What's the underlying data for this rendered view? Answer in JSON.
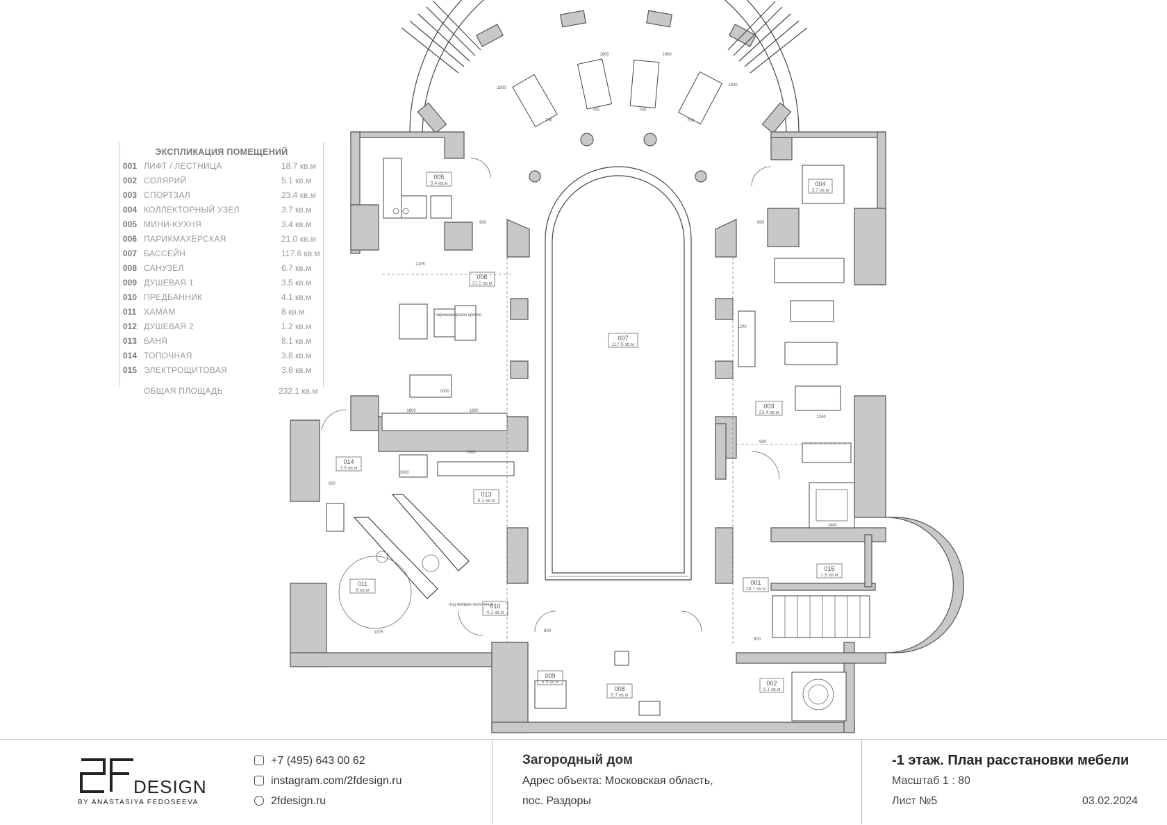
{
  "explication": {
    "title": "ЭКСПЛИКАЦИЯ ПОМЕЩЕНИЙ",
    "rooms": [
      {
        "num": "001",
        "name": "ЛИФТ / ЛЕСТНИЦА",
        "area": "18.7 кв.м"
      },
      {
        "num": "002",
        "name": "СОЛЯРИЙ",
        "area": "5.1 кв.м"
      },
      {
        "num": "003",
        "name": "СПОРТЗАЛ",
        "area": "23.4 кв.м"
      },
      {
        "num": "004",
        "name": "КОЛЛЕКТОРНЫЙ УЗЕЛ",
        "area": "3.7 кв.м"
      },
      {
        "num": "005",
        "name": "МИНИ-КУХНЯ",
        "area": "3.4 кв.м"
      },
      {
        "num": "006",
        "name": "ПАРИКМАХЕРСКАЯ",
        "area": "21.0 кв.м"
      },
      {
        "num": "007",
        "name": "БАССЕЙН",
        "area": "117.6 кв.м"
      },
      {
        "num": "008",
        "name": "САНУЗЕЛ",
        "area": "6.7 кв.м"
      },
      {
        "num": "009",
        "name": "ДУШЕВАЯ 1",
        "area": "3.5 кв.м"
      },
      {
        "num": "010",
        "name": "ПРЕДБАННИК",
        "area": "4.1 кв.м"
      },
      {
        "num": "011",
        "name": "ХАМАМ",
        "area": "8 кв.м"
      },
      {
        "num": "012",
        "name": "ДУШЕВАЯ 2",
        "area": "1.2 кв.м"
      },
      {
        "num": "013",
        "name": "БАНЯ",
        "area": "8.1 кв.м"
      },
      {
        "num": "014",
        "name": "ТОПОЧНАЯ",
        "area": "3.8 кв.м"
      },
      {
        "num": "015",
        "name": "ЭЛЕКТРОЩИТОВАЯ",
        "area": "3.8 кв.м"
      }
    ],
    "total_label": "ОБЩАЯ ПЛОЩАДЬ",
    "total_area": "232.1 кв.м"
  },
  "plan_labels": {
    "r001": {
      "num": "001",
      "area": "18.7 кв.м"
    },
    "r002": {
      "num": "002",
      "area": "5.1 кв.м"
    },
    "r003": {
      "num": "003",
      "area": "23.4 кв.м"
    },
    "r004": {
      "num": "004",
      "area": "3.7 кв.м"
    },
    "r005": {
      "num": "005",
      "area": "3.4 кв.м"
    },
    "r006": {
      "num": "006",
      "area": "21.0 кв.м"
    },
    "r007": {
      "num": "007",
      "area": "117.6 кв.м"
    },
    "r008": {
      "num": "008",
      "area": "6.7 кв.м"
    },
    "r009": {
      "num": "009",
      "area": "3.5 кв.м"
    },
    "r010": {
      "num": "010",
      "area": "4.1 кв.м"
    },
    "r011": {
      "num": "011",
      "area": "8 кв.м"
    },
    "r013": {
      "num": "013",
      "area": "8.1 кв.м"
    },
    "r014": {
      "num": "014",
      "area": "3.8 кв.м"
    },
    "r015": {
      "num": "015",
      "area": "1.8 кв.м"
    },
    "note_towels": "под мокрые полотенца",
    "note_chair": "парикмахерское кресло"
  },
  "dimensions": {
    "d900a": "900",
    "d900b": "900",
    "d900c": "900",
    "d2105": "2105",
    "d1800a": "1800",
    "d1800b": "1800",
    "d2000a": "2000",
    "d2000b": "2000",
    "d700a": "700",
    "d700b": "700",
    "d700c": "700",
    "d700d": "700",
    "d1900a": "1900",
    "d1900b": "1900",
    "d1900c": "1900",
    "d1900d": "1900",
    "d1200": "1200",
    "d800a": "800",
    "d800b": "800",
    "d1440": "1440",
    "d1240": "1240",
    "d1000": "1000",
    "d600": "600",
    "d1375": "1375"
  },
  "footer": {
    "logo_text": "DESIGN",
    "logo_by": "BY ANASTASIYA FEDOSEEVA",
    "phone": "+7 (495) 643 00 62",
    "instagram": "instagram.com/2fdesign.ru",
    "website": "2fdesign.ru",
    "project_title": "Загородный дом",
    "address_line1": "Адрес объекта: Московская область,",
    "address_line2": "пос. Раздоры",
    "sheet_title": "-1 этаж. План расстановки мебели",
    "scale": "Масштаб 1 : 80",
    "sheet_number": "Лист №5",
    "date": "03.02.2024"
  },
  "colors": {
    "wall": "#c8c8c8",
    "line": "#444444",
    "text": "#333333",
    "muted": "#999999"
  }
}
